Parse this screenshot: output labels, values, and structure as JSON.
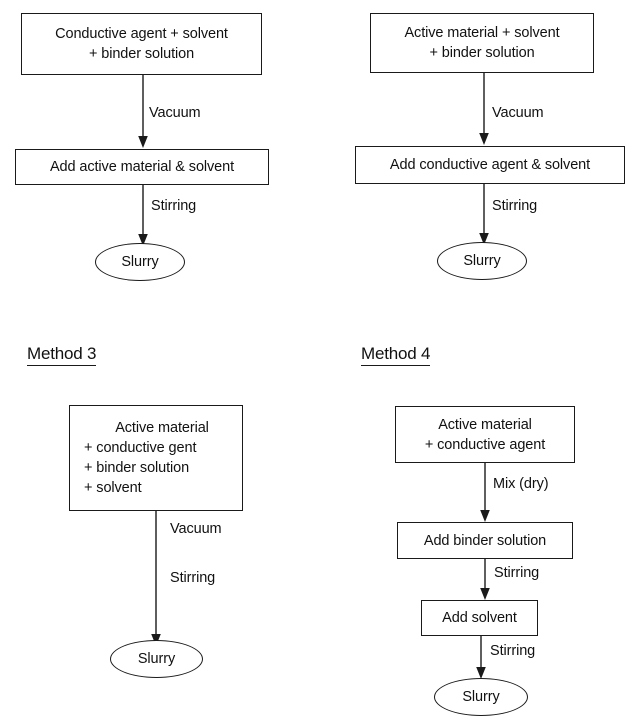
{
  "figure": {
    "type": "flowchart",
    "description": "Four electrode slurry mixing process flowcharts",
    "stroke_color": "#1a1a1a",
    "text_color": "#111111",
    "background_color": "#ffffff"
  },
  "methods": [
    {
      "title": "",
      "nodes": [
        {
          "id": "m1-start",
          "shape": "rect",
          "lines": [
            "Conductive agent + solvent",
            "+ binder solution"
          ]
        },
        {
          "id": "m1-step",
          "shape": "rect",
          "lines": [
            "Add active material & solvent"
          ]
        },
        {
          "id": "m1-end",
          "shape": "ellipse",
          "lines": [
            "Slurry"
          ]
        }
      ],
      "edges": [
        {
          "from": "m1-start",
          "to": "m1-step",
          "label": "Vacuum"
        },
        {
          "from": "m1-step",
          "to": "m1-end",
          "label": "Stirring"
        }
      ]
    },
    {
      "title": "",
      "nodes": [
        {
          "id": "m2-start",
          "shape": "rect",
          "lines": [
            "Active material + solvent",
            "+ binder solution"
          ]
        },
        {
          "id": "m2-step",
          "shape": "rect",
          "lines": [
            "Add conductive agent & solvent"
          ]
        },
        {
          "id": "m2-end",
          "shape": "ellipse",
          "lines": [
            "Slurry"
          ]
        }
      ],
      "edges": [
        {
          "from": "m2-start",
          "to": "m2-step",
          "label": "Vacuum"
        },
        {
          "from": "m2-step",
          "to": "m2-end",
          "label": "Stirring"
        }
      ]
    },
    {
      "title": "Method 3",
      "nodes": [
        {
          "id": "m3-start",
          "shape": "rect",
          "lines": [
            "Active material",
            "+ conductive gent",
            "+ binder solution",
            "+ solvent"
          ]
        },
        {
          "id": "m3-end",
          "shape": "ellipse",
          "lines": [
            "Slurry"
          ]
        }
      ],
      "edges": [
        {
          "from": "m3-start",
          "to": "m3-end",
          "label": "Vacuum",
          "label2": "Stirring"
        }
      ]
    },
    {
      "title": "Method 4",
      "nodes": [
        {
          "id": "m4-start",
          "shape": "rect",
          "lines": [
            "Active material",
            "+ conductive agent"
          ]
        },
        {
          "id": "m4-binder",
          "shape": "rect",
          "lines": [
            "Add binder solution"
          ]
        },
        {
          "id": "m4-solvent",
          "shape": "rect",
          "lines": [
            "Add solvent"
          ]
        },
        {
          "id": "m4-end",
          "shape": "ellipse",
          "lines": [
            "Slurry"
          ]
        }
      ],
      "edges": [
        {
          "from": "m4-start",
          "to": "m4-binder",
          "label": "Mix (dry)"
        },
        {
          "from": "m4-binder",
          "to": "m4-solvent",
          "label": "Stirring"
        },
        {
          "from": "m4-solvent",
          "to": "m4-end",
          "label": "Stirring"
        }
      ]
    }
  ],
  "labels": {
    "m1_box1_l1": "Conductive agent + solvent",
    "m1_box1_l2": "+ binder solution",
    "m1_box2": "Add active material & solvent",
    "m1_edge1": "Vacuum",
    "m1_edge2": "Stirring",
    "m1_end": "Slurry",
    "m2_box1_l1": "Active material + solvent",
    "m2_box1_l2": "+ binder solution",
    "m2_box2": "Add conductive agent & solvent",
    "m2_edge1": "Vacuum",
    "m2_edge2": "Stirring",
    "m2_end": "Slurry",
    "m3_title": "Method 3",
    "m3_box1_l1": "Active material",
    "m3_box1_l2": "+ conductive gent",
    "m3_box1_l3": "+ binder solution",
    "m3_box1_l4": "+ solvent",
    "m3_edge1": "Vacuum",
    "m3_edge2": "Stirring",
    "m3_end": "Slurry",
    "m4_title": "Method 4",
    "m4_box1_l1": "Active material",
    "m4_box1_l2": "+ conductive agent",
    "m4_box2": "Add binder solution",
    "m4_box3": "Add solvent",
    "m4_edge1": "Mix (dry)",
    "m4_edge2": "Stirring",
    "m4_edge3": "Stirring",
    "m4_end": "Slurry"
  }
}
